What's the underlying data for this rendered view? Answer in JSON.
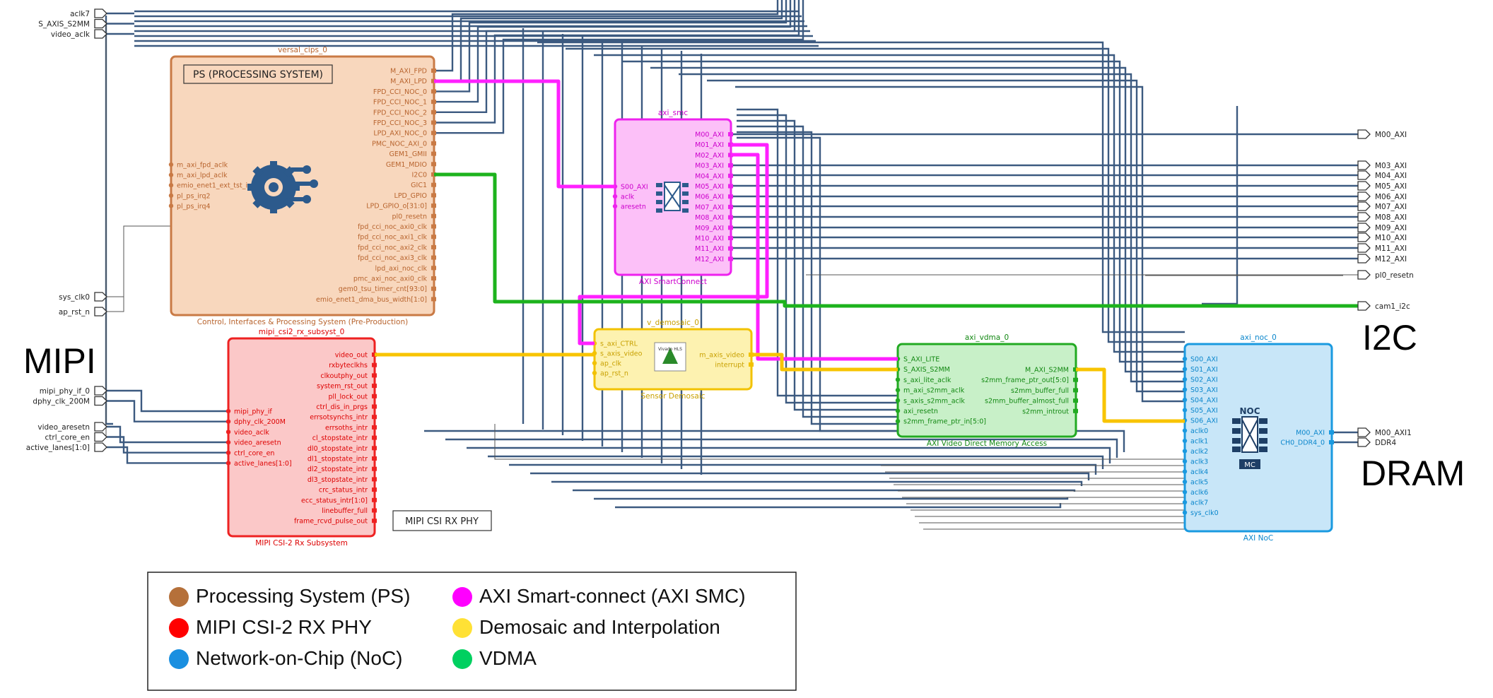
{
  "left_ports": {
    "top": [
      "aclk7",
      "S_AXIS_S2MM",
      "video_aclk"
    ],
    "mid": [
      "sys_clk0",
      "ap_rst_n"
    ],
    "phy": [
      "mipi_phy_if_0",
      "dphy_clk_200M"
    ],
    "ctrl": [
      "video_aresetn",
      "ctrl_core_en",
      "active_lanes[1:0]"
    ]
  },
  "annotations": {
    "mipi": "MIPI",
    "i2c": "I2C",
    "dram": "DRAM",
    "phy_box": "MIPI CSI RX PHY"
  },
  "ps": {
    "instance": "versal_cips_0",
    "header": "PS (PROCESSING SYSTEM)",
    "footer": "Control, Interfaces & Processing System (Pre-Production)",
    "left_pins": [
      "m_axi_fpd_aclk",
      "m_axi_lpd_aclk",
      "emio_enet1_ext_tst_in",
      "pl_ps_irq2",
      "pl_ps_irq4"
    ],
    "right_pins": [
      "M_AXI_FPD",
      "M_AXI_LPD",
      "FPD_CCI_NOC_0",
      "FPD_CCI_NOC_1",
      "FPD_CCI_NOC_2",
      "FPD_CCI_NOC_3",
      "LPD_AXI_NOC_0",
      "PMC_NOC_AXI_0",
      "GEM1_GMII",
      "GEM1_MDIO",
      "I2C0",
      "GIC1",
      "LPD_GPIO",
      "LPD_GPIO_o[31:0]",
      "pl0_resetn",
      "fpd_cci_noc_axi0_clk",
      "fpd_cci_noc_axi1_clk",
      "fpd_cci_noc_axi2_clk",
      "fpd_cci_noc_axi3_clk",
      "lpd_axi_noc_clk",
      "pmc_axi_noc_axi0_clk",
      "gem0_tsu_timer_cnt[93:0]",
      "emio_enet1_dma_bus_width[1:0]"
    ]
  },
  "smc": {
    "instance": "axi_smc",
    "footer": "AXI SmartConnect",
    "left_pins": [
      "S00_AXI",
      "aclk",
      "aresetn"
    ],
    "right_pins": [
      "M00_AXI",
      "M01_AXI",
      "M02_AXI",
      "M03_AXI",
      "M04_AXI",
      "M05_AXI",
      "M06_AXI",
      "M07_AXI",
      "M08_AXI",
      "M09_AXI",
      "M10_AXI",
      "M11_AXI",
      "M12_AXI"
    ]
  },
  "mipi": {
    "instance": "mipi_csi2_rx_subsyst_0",
    "footer": "MIPI CSI-2 Rx Subsystem",
    "left_pins": [
      "mipi_phy_if",
      "dphy_clk_200M",
      "video_aclk",
      "video_aresetn",
      "ctrl_core_en",
      "active_lanes[1:0]"
    ],
    "right_pins": [
      "video_out",
      "rxbyteclkhs",
      "clkoutphy_out",
      "system_rst_out",
      "pll_lock_out",
      "ctrl_dis_in_prgs",
      "errsotsynchs_intr",
      "errsoths_intr",
      "cl_stopstate_intr",
      "dl0_stopstate_intr",
      "dl1_stopstate_intr",
      "dl2_stopstate_intr",
      "dl3_stopstate_intr",
      "crc_status_intr",
      "ecc_status_intr[1:0]",
      "linebuffer_full",
      "frame_rcvd_pulse_out"
    ]
  },
  "demosaic": {
    "instance": "v_demosaic_0",
    "footer": "Sensor Demosaic",
    "logo": "Vivado HLS",
    "left_pins": [
      "s_axi_CTRL",
      "s_axis_video",
      "ap_clk",
      "ap_rst_n"
    ],
    "right_pins": [
      "m_axis_video",
      "interrupt"
    ]
  },
  "vdma": {
    "instance": "axi_vdma_0",
    "footer": "AXI Video Direct Memory Access",
    "left_pins": [
      "S_AXI_LITE",
      "S_AXIS_S2MM",
      "s_axi_lite_aclk",
      "m_axi_s2mm_aclk",
      "s_axis_s2mm_aclk",
      "axi_resetn",
      "s2mm_frame_ptr_in[5:0]"
    ],
    "right_pins": [
      "M_AXI_S2MM",
      "s2mm_frame_ptr_out[5:0]",
      "s2mm_buffer_full",
      "s2mm_buffer_almost_full",
      "s2mm_introut"
    ]
  },
  "noc": {
    "instance": "axi_noc_0",
    "footer": "AXI NoC",
    "icon_top": "NOC",
    "icon_bottom": "MC",
    "left_pins": [
      "S00_AXI",
      "S01_AXI",
      "S02_AXI",
      "S03_AXI",
      "S04_AXI",
      "S05_AXI",
      "S06_AXI",
      "aclk0",
      "aclk1",
      "aclk2",
      "aclk3",
      "aclk4",
      "aclk5",
      "aclk6",
      "aclk7",
      "sys_clk0"
    ],
    "right_pins": [
      "M00_AXI",
      "CH0_DDR4_0"
    ]
  },
  "right_ports": {
    "smc": [
      "M00_AXI",
      "M03_AXI",
      "M04_AXI",
      "M05_AXI",
      "M06_AXI",
      "M07_AXI",
      "M08_AXI",
      "M09_AXI",
      "M10_AXI",
      "M11_AXI",
      "M12_AXI"
    ],
    "other": [
      "pl0_resetn",
      "cam1_i2c"
    ],
    "noc": [
      "M00_AXI1",
      "DDR4"
    ]
  },
  "legend": [
    {
      "label": "Processing System (PS)",
      "color": "#b5703a"
    },
    {
      "label": "AXI Smart-connect (AXI SMC)",
      "color": "#ff00ff"
    },
    {
      "label": "MIPI CSI-2 RX PHY",
      "color": "#ff0000"
    },
    {
      "label": "Demosaic and Interpolation",
      "color": "#ffe135"
    },
    {
      "label": "Network-on-Chip (NoC)",
      "color": "#1a8fe0"
    },
    {
      "label": "VDMA",
      "color": "#00d060"
    }
  ],
  "colors": {
    "wire": "#3c5a80",
    "thin_wire": "#555555",
    "ps_fill": "#f8d7bd",
    "ps_stroke": "#c97a45",
    "ps_text": "#b8642e",
    "smc_fill": "#fcc0f8",
    "smc_stroke": "#ee22ee",
    "smc_text": "#cc00cc",
    "mipi_fill": "#fbc8c8",
    "mipi_stroke": "#ee2222",
    "mipi_text": "#dd0000",
    "dem_fill": "#fdf2b0",
    "dem_stroke": "#f2c200",
    "dem_text": "#c8a000",
    "vdma_fill": "#c8f0c8",
    "vdma_stroke": "#22aa22",
    "vdma_text": "#128812",
    "noc_fill": "#c8e6f8",
    "noc_stroke": "#1a9ae0",
    "noc_text": "#0a86cc",
    "magenta_net": "#ff20ff",
    "green_net": "#1db31d",
    "yellow_net": "#f8c400"
  }
}
